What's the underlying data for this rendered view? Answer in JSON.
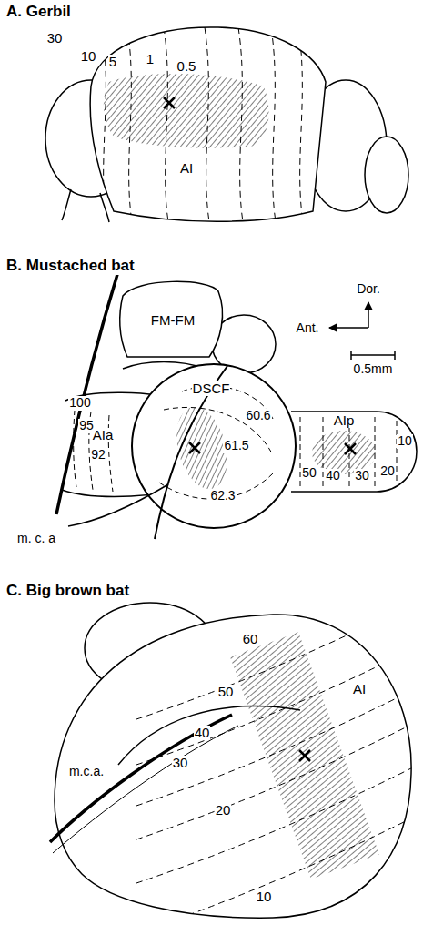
{
  "diagram": {
    "labels": [
      "A. Gerbil",
      "30",
      "10",
      "5",
      "1",
      "0.5",
      "AI",
      "B. Mustached bat",
      "Dor.",
      "Ant.",
      "0.5mm",
      "FM-FM",
      "AIa",
      "100",
      "95",
      "92",
      "DSCF",
      "60.6",
      "61.5",
      "62.3",
      "AIp",
      "50",
      "40",
      "30",
      "20",
      "10",
      "m. c. a",
      "C. Big brown bat",
      "60",
      "50",
      "40",
      "30",
      "20",
      "10",
      "AI",
      "m.c.a."
    ]
  }
}
